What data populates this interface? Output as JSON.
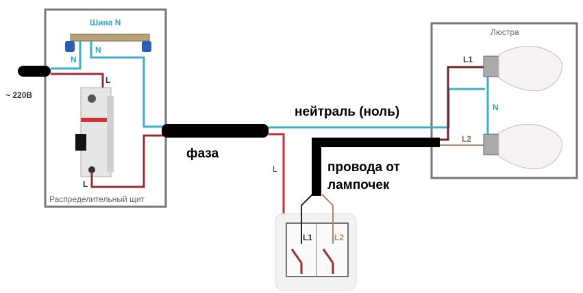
{
  "diagram": {
    "supply_label": "~ 220В",
    "panel": {
      "caption": "Распределительный щит",
      "busbar_label": "Шина N",
      "n_label_left": "N",
      "n_label_right": "N",
      "l_label_top": "L",
      "l_label_bottom": "L"
    },
    "chandelier": {
      "caption": "Люстра",
      "l1_label": "L1",
      "l2_label": "L2",
      "n_label": "N"
    },
    "switch": {
      "l1_label": "L1",
      "l2_label": "L2",
      "l_label": "L"
    },
    "annotations": {
      "neutral": "нейтраль (ноль)",
      "phase": "фаза",
      "lamp_wires_line1": "провода от",
      "lamp_wires_line2": "лампочек"
    },
    "colors": {
      "neutral_wire": "#3ab0c8",
      "phase_wire": "#9b2a33",
      "l2_wire": "#a88a6a",
      "cable": "#000000",
      "box_border": "#777777"
    }
  }
}
